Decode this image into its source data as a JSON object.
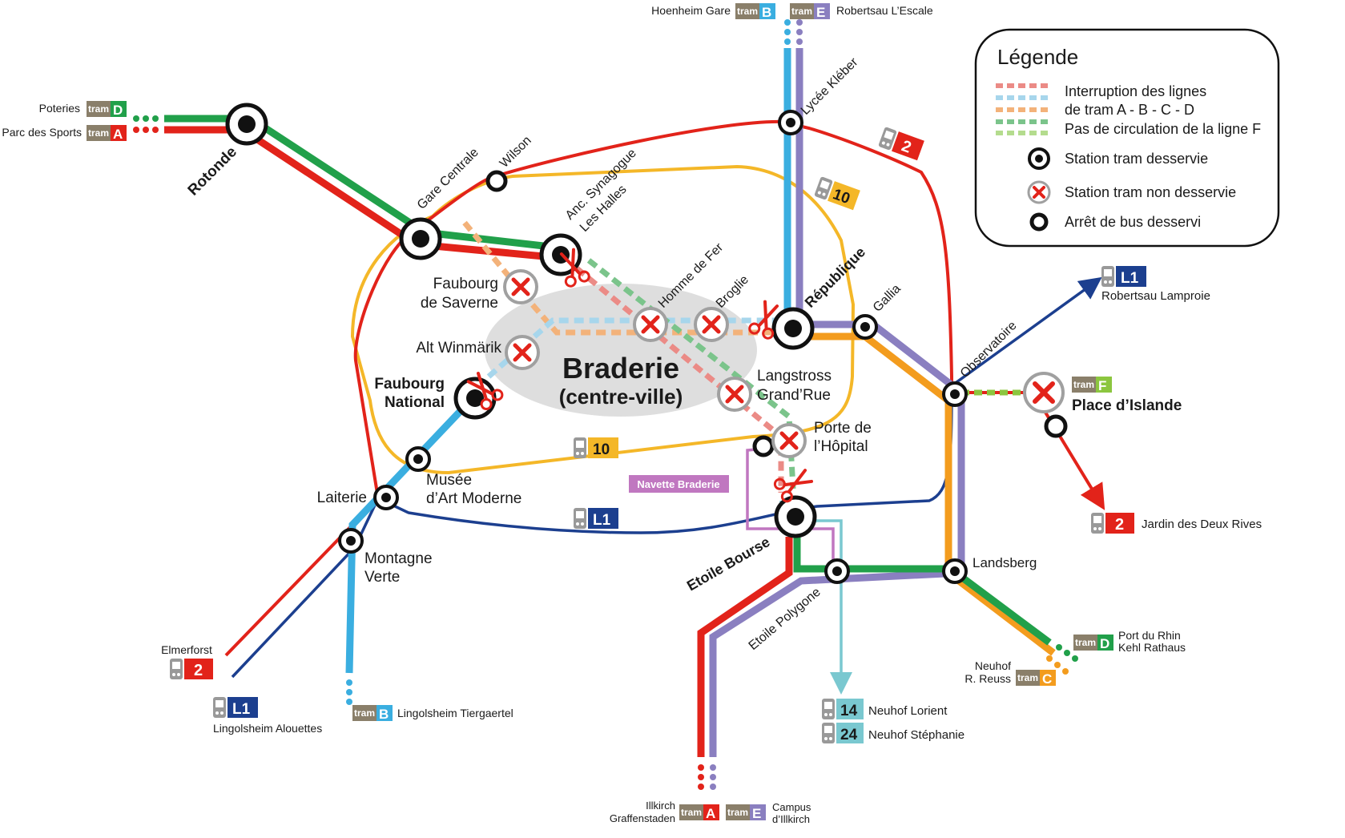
{
  "map": {
    "zone_title": "Braderie",
    "zone_subtitle": "(centre-ville)",
    "shuttle_label": "Navette Braderie"
  },
  "legend": {
    "title": "Légende",
    "interruption_line1": "Interruption des lignes",
    "interruption_line2": "de tram A - B - C - D",
    "no_service_f": "Pas de circulation de la ligne F",
    "served_tram": "Station tram desservie",
    "unserved_tram": "Station tram non desservie",
    "served_bus": "Arrêt de bus desservi"
  },
  "colors": {
    "tram_a": "#e2231a",
    "tram_b": "#3aaee0",
    "tram_c": "#f39c1e",
    "tram_d": "#21a04a",
    "tram_e": "#8a7fc0",
    "tram_f": "#8cc63f",
    "bus_l1": "#1c3f8f",
    "bus_2": "#e2231a",
    "bus_10": "#f4b728",
    "bus_14_24": "#7ac8d0",
    "navette": "#c077c0",
    "zone": "#dedede"
  },
  "stations": {
    "rotonde": "Rotonde",
    "gare_centrale": "Gare Centrale",
    "wilson": "Wilson",
    "anc_synagogue_1": "Anc. Synagogue",
    "anc_synagogue_2": "Les Halles",
    "faubourg_saverne_1": "Faubourg",
    "faubourg_saverne_2": "de Saverne",
    "alt_winmarik": "Alt Winmärik",
    "homme_de_fer": "Homme de Fer",
    "broglie": "Broglie",
    "republique": "République",
    "gallia": "Gallia",
    "lycee_kleber": "Lycée Kléber",
    "langstross_1": "Langstross",
    "langstross_2": "Grand’Rue",
    "porte_hopital_1": "Porte de",
    "porte_hopital_2": "l’Hôpital",
    "faubourg_national_1": "Faubourg",
    "faubourg_national_2": "National",
    "musee_1": "Musée",
    "musee_2": "d’Art Moderne",
    "laiterie": "Laiterie",
    "montagne_verte_1": "Montagne",
    "montagne_verte_2": "Verte",
    "etoile_bourse": "Etoile Bourse",
    "etoile_polygone": "Etoile Polygone",
    "landsberg": "Landsberg",
    "observatoire": "Observatoire",
    "place_islande": "Place d’Islande"
  },
  "termini": {
    "poteries": "Poteries",
    "parc_sports": "Parc des Sports",
    "hoenheim": "Hoenheim Gare",
    "robertsau_escale": "Robertsau L’Escale",
    "robertsau_lamproie": "Robertsau Lamproie",
    "jardin_deux_rives": "Jardin des Deux Rives",
    "port_rhin_1": "Port du Rhin",
    "port_rhin_2": "Kehl Rathaus",
    "neuhof_reuss_1": "Neuhof",
    "neuhof_reuss_2": "R. Reuss",
    "neuhof_lorient": "Neuhof Lorient",
    "neuhof_stephanie": "Neuhof Stéphanie",
    "illkirch_1": "Illkirch",
    "illkirch_2": "Graffenstaden",
    "campus_1": "Campus",
    "campus_2": "d’Illkirch",
    "lingolsheim_tiergaertel": "Lingolsheim Tiergaertel",
    "lingolsheim_alouettes": "Lingolsheim Alouettes",
    "elmerforst": "Elmerforst"
  },
  "badges": {
    "tram_word": "tram",
    "letter_a": "A",
    "letter_b": "B",
    "letter_c": "C",
    "letter_d": "D",
    "letter_e": "E",
    "letter_f": "F",
    "bus_2": "2",
    "bus_10": "10",
    "bus_l1": "L1",
    "bus_14": "14",
    "bus_24": "24"
  },
  "icons": [
    "scissors-icon",
    "cross-icon",
    "bus-icon",
    "station-dot-icon"
  ]
}
